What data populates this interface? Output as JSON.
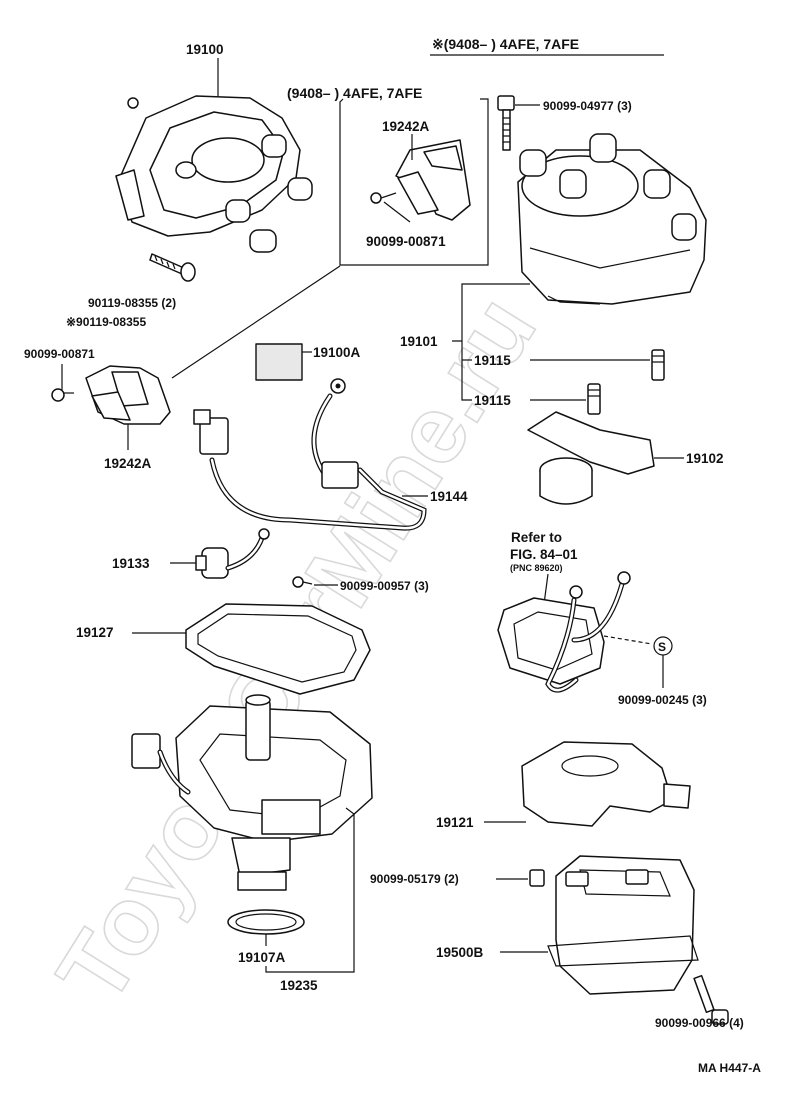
{
  "watermark": "ToyotaCarMine.ru",
  "headers": {
    "top_right": "※(9408–        ) 4AFE, 7AFE",
    "box_inset": "(9408–        ) 4AFE, 7AFE"
  },
  "labels": {
    "p19100": "19100",
    "p90119_1": "90119-08355 (2)",
    "p90119_2": "※90119-08355",
    "p19242A_box": "19242A",
    "p90099_00871_box": "90099-00871",
    "p90099_00871": "90099-00871",
    "p19242A": "19242A",
    "p19100A": "19100A",
    "p90099_04977": "90099-04977 (3)",
    "p19101": "19101",
    "p19115_a": "19115",
    "p19115_b": "19115",
    "p19102": "19102",
    "p19144": "19144",
    "p19133": "19133",
    "p90099_00957": "90099-00957 (3)",
    "p19127": "19127",
    "refer_to": "Refer to",
    "fig": "FIG. 84–01",
    "pnc": "(PNC 89620)",
    "s_mark": "S",
    "p90099_00245": "90099-00245 (3)",
    "p19121": "19121",
    "p90099_05179": "90099-05179 (2)",
    "p19500B": "19500B",
    "p90099_00966": "90099-00966 (4)",
    "p19107A": "19107A",
    "p19235": "19235",
    "page_code": "MA H447-A"
  }
}
